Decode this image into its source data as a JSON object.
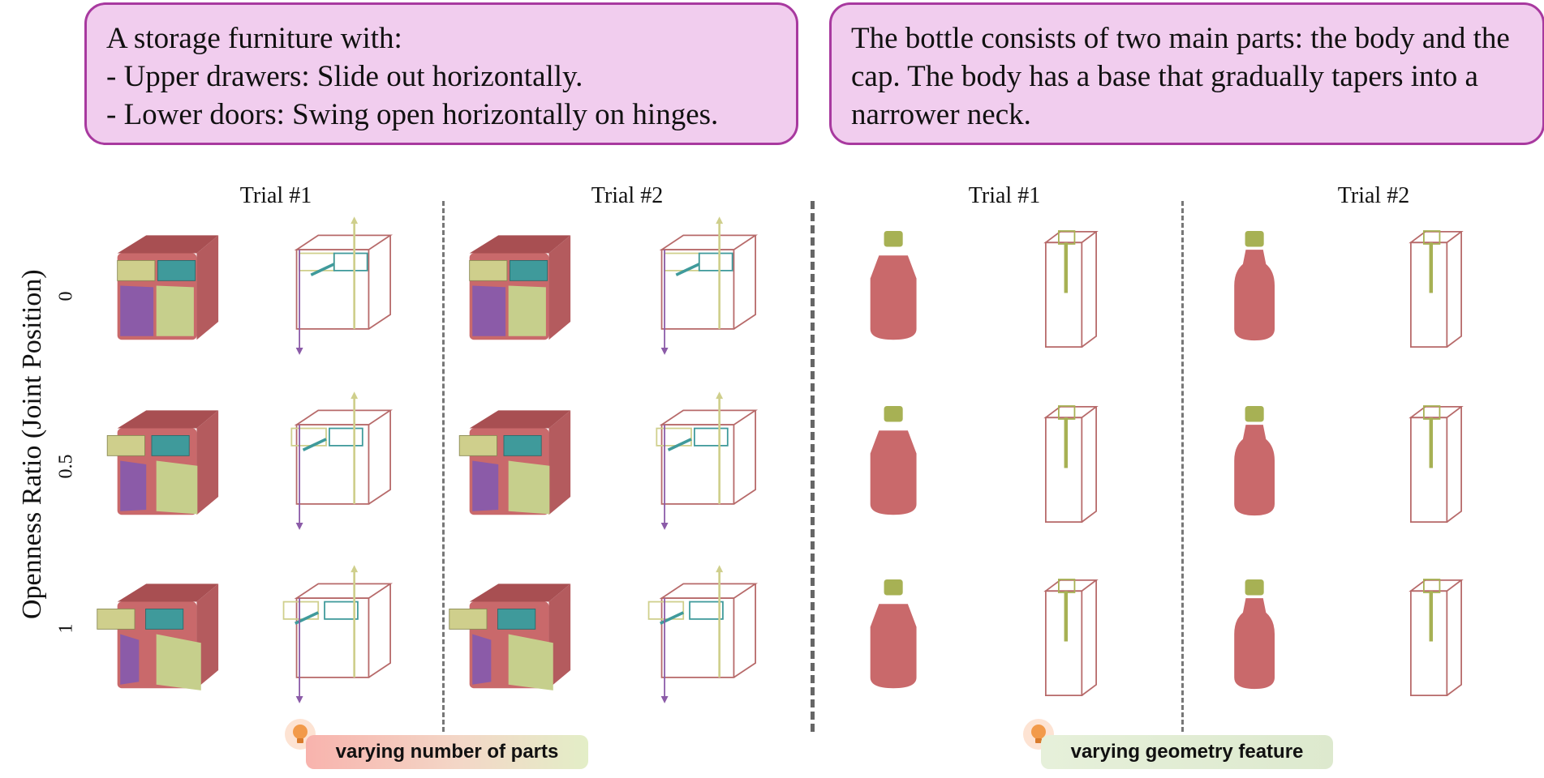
{
  "prompts": {
    "left": {
      "lines": [
        "A storage furniture with:",
        " - Upper drawers: Slide out horizontally.",
        " - Lower doors: Swing open horizontally on hinges."
      ]
    },
    "right": {
      "lines": [
        "The bottle consists of two main parts: the body and the cap. The body has a base that gradually tapers into a narrower neck."
      ]
    }
  },
  "axis": {
    "title": "Openness Ratio (Joint Position)",
    "rows": [
      "0",
      "0.5",
      "1"
    ]
  },
  "trials": {
    "furniture": [
      "Trial #1",
      "Trial #2"
    ],
    "bottle": [
      "Trial #1",
      "Trial #2"
    ]
  },
  "tags": {
    "parts": "varying number of parts",
    "geometry": "varying geometry feature"
  },
  "colors": {
    "body": "#c9696b",
    "drawer_yellow": "#cfcf8c",
    "drawer_teal": "#3f9a9b",
    "door_purple": "#8b5ba8",
    "door_green": "#c6cf8c",
    "cap": "#a7b154",
    "box_frame": "#b76a6a",
    "prompt_fill": "#f1cdee",
    "prompt_border": "#a8399f"
  }
}
